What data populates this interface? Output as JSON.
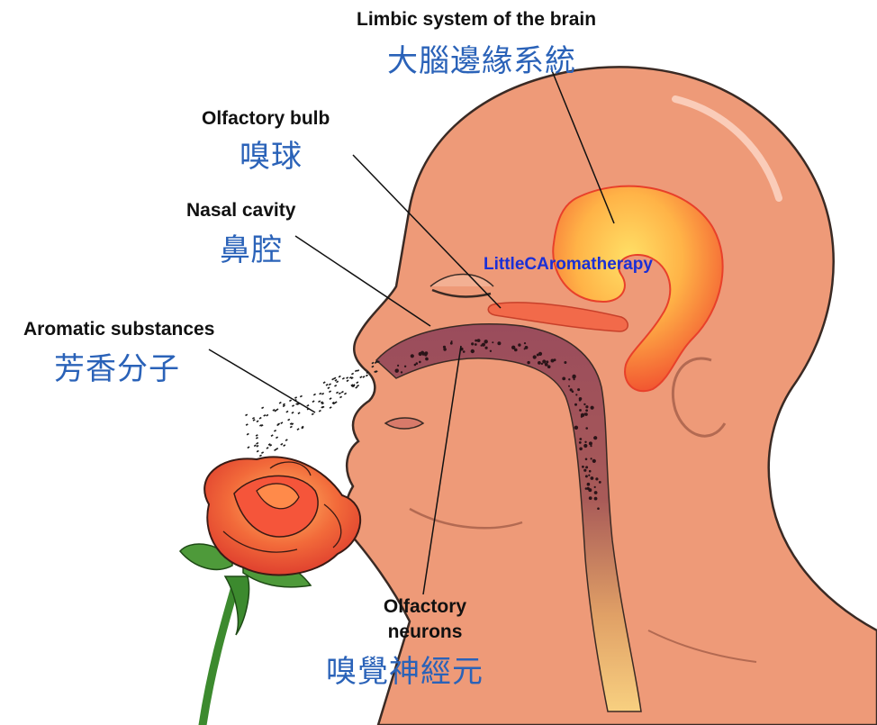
{
  "labels": {
    "limbic": {
      "en": "Limbic system of the brain",
      "zh": "大腦邊緣系統"
    },
    "bulb": {
      "en": "Olfactory bulb",
      "zh": "嗅球"
    },
    "nasal": {
      "en": "Nasal cavity",
      "zh": "鼻腔"
    },
    "aromatic": {
      "en": "Aromatic substances",
      "zh": "芳香分子"
    },
    "neurons": {
      "en_line1": "Olfactory",
      "en_line2": "neurons",
      "zh": "嗅覺神經元"
    }
  },
  "watermark": "LittleCAromatherapy",
  "colors": {
    "skin": "#ee9a78",
    "skin_outline": "#3a2a24",
    "limbic_core": "#ffd24a",
    "limbic_outer": "#f04a2e",
    "nasal_passage": "#9e4f5f",
    "rose_red": "#e8432c",
    "stem_green": "#3c8a2e",
    "label_blue": "#2a62b8"
  }
}
